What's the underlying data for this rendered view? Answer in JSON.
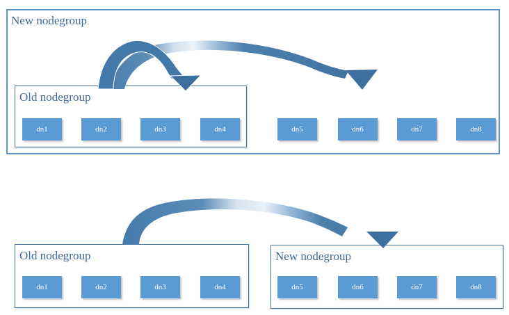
{
  "colors": {
    "node_fill": "#5b9bd5",
    "node_text": "#ffffff",
    "outer_box_border": "#5e93c5",
    "inner_box_border": "#41719c",
    "arrow_fill": "#4379a9",
    "arrow_head_fill": "#3f6f9f",
    "label_color": "#426a9a"
  },
  "top_diagram": {
    "new_nodegroup_label": "New nodegroup",
    "old_nodegroup_label": "Old nodegroup",
    "old_nodes": [
      "dn1",
      "dn2",
      "dn3",
      "dn4"
    ],
    "new_nodes": [
      "dn5",
      "dn6",
      "dn7",
      "dn8"
    ]
  },
  "bottom_diagram": {
    "old_nodegroup_label": "Old nodegroup",
    "new_nodegroup_label": "New nodegroup",
    "old_nodes": [
      "dn1",
      "dn2",
      "dn3",
      "dn4"
    ],
    "new_nodes": [
      "dn5",
      "dn6",
      "dn7",
      "dn8"
    ]
  },
  "icons": {
    "top_arrow_internal": "curved-arrow-within-old-nodegroup-icon",
    "top_arrow_to_new_nodes": "curved-arrow-old-to-new-nodes-icon",
    "bottom_arrow": "curved-arrow-old-to-new-nodegroup-icon"
  }
}
